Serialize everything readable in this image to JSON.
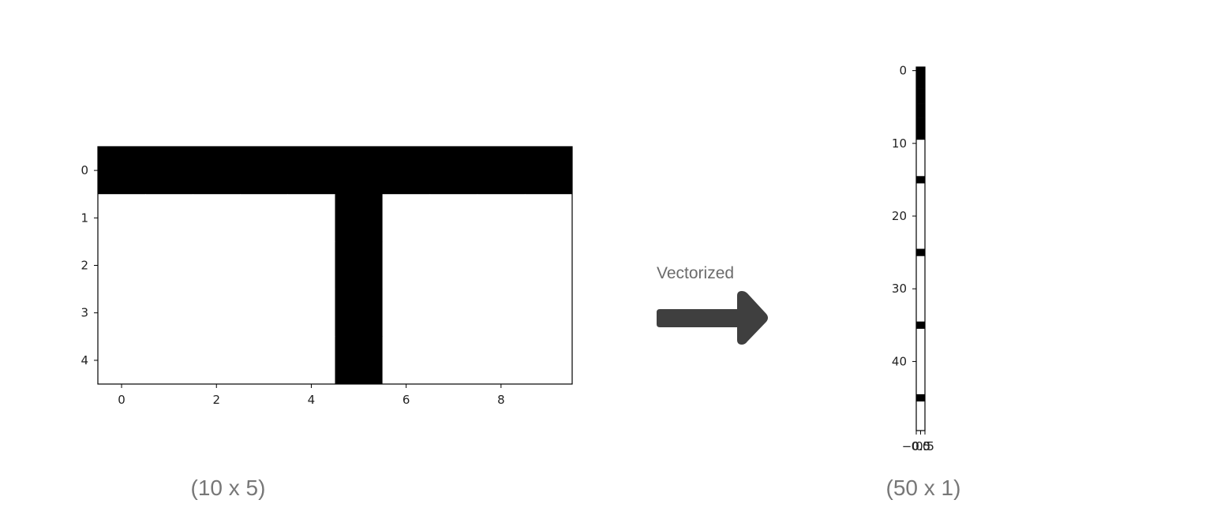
{
  "arrow": {
    "label": "Vectorized",
    "color": "#3f3f3f"
  },
  "chart_data": [
    {
      "type": "heatmap",
      "name": "matrix-image",
      "caption": "(10 x 5)",
      "rows": 5,
      "cols": 10,
      "colormap": "gray_r",
      "grid": [
        [
          1,
          1,
          1,
          1,
          1,
          1,
          1,
          1,
          1,
          1
        ],
        [
          0,
          0,
          0,
          0,
          0,
          1,
          0,
          0,
          0,
          0
        ],
        [
          0,
          0,
          0,
          0,
          0,
          1,
          0,
          0,
          0,
          0
        ],
        [
          0,
          0,
          0,
          0,
          0,
          1,
          0,
          0,
          0,
          0
        ],
        [
          0,
          0,
          0,
          0,
          0,
          1,
          0,
          0,
          0,
          0
        ]
      ],
      "xticks": [
        0,
        2,
        4,
        6,
        8
      ],
      "yticks": [
        0,
        1,
        2,
        3,
        4
      ],
      "xlim": [
        -0.5,
        9.5
      ],
      "ylim": [
        4.5,
        -0.5
      ]
    },
    {
      "type": "heatmap",
      "name": "vector-image",
      "caption": "(50 x 1)",
      "rows": 50,
      "cols": 1,
      "colormap": "gray_r",
      "values": [
        1,
        1,
        1,
        1,
        1,
        1,
        1,
        1,
        1,
        1,
        0,
        0,
        0,
        0,
        0,
        1,
        0,
        0,
        0,
        0,
        0,
        0,
        0,
        0,
        0,
        1,
        0,
        0,
        0,
        0,
        0,
        0,
        0,
        0,
        0,
        1,
        0,
        0,
        0,
        0,
        0,
        0,
        0,
        0,
        0,
        1,
        0,
        0,
        0,
        0
      ],
      "xticks": [
        "−0.5",
        "0.0",
        "0.5"
      ],
      "yticks": [
        0,
        10,
        20,
        30,
        40
      ],
      "xlim": [
        -0.5,
        0.5
      ],
      "ylim": [
        49.5,
        -0.5
      ]
    }
  ]
}
